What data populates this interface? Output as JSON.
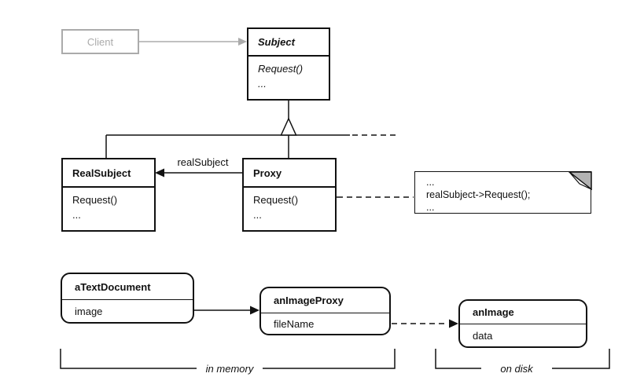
{
  "diagram": {
    "classes": {
      "client": {
        "name": "Client"
      },
      "subject": {
        "name": "Subject",
        "methods": [
          "Request()",
          "..."
        ]
      },
      "real_subject": {
        "name": "RealSubject",
        "methods": [
          "Request()",
          "..."
        ]
      },
      "proxy": {
        "name": "Proxy",
        "methods": [
          "Request()",
          "..."
        ]
      }
    },
    "labels": {
      "reference": "realSubject"
    },
    "note": {
      "lines": [
        "...",
        "realSubject->Request();",
        "..."
      ]
    },
    "objects": {
      "a_text_document": {
        "name": "aTextDocument",
        "attribute": "image"
      },
      "an_image_proxy": {
        "name": "anImageProxy",
        "attribute": "fileName"
      },
      "an_image": {
        "name": "anImage",
        "attribute": "data"
      }
    },
    "regions": {
      "in_memory": "in memory",
      "on_disk": "on disk"
    },
    "colors": {
      "line": "#111111",
      "muted": "#ababab",
      "note_fold": "#b3b3b3"
    }
  }
}
